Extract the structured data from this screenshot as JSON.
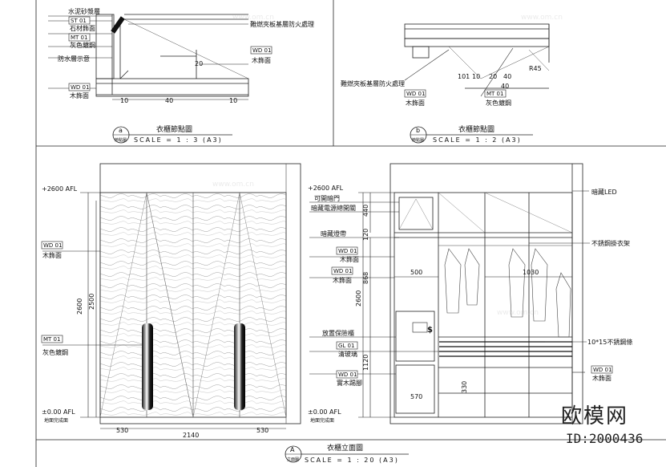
{
  "detail_a": {
    "title": "衣櫃節點圖",
    "scale": "SCALE = 1 : 3 (A3)",
    "marker_letter": "a",
    "marker_sub": "節點圖",
    "labels": {
      "stone_note": "水泥砂漿層",
      "st01_tag": "ST 01",
      "stone_finish": "石材飾面",
      "mt01_tag": "MT 01",
      "grey_steel": "灰色鍍鋼",
      "waterproof": "防水層示意",
      "fire_note": "難燃夾板基層防火處理",
      "wd01_tag_right": "WD 01",
      "wood_right": "木飾面",
      "wd01_tag_left": "WD 01",
      "wood_left": "木飾面"
    },
    "dims": {
      "d20": "20",
      "d40": "40",
      "d10a": "10",
      "d10b": "10"
    }
  },
  "detail_b": {
    "title": "衣櫃節點圖",
    "scale": "SCALE = 1 : 2 (A3)",
    "marker_letter": "b",
    "marker_sub": "節點圖",
    "labels": {
      "fire_note": "難燃夾板基層防火處理",
      "wd01_tag": "WD 01",
      "wood": "木飾面",
      "mt01_tag": "MT 01",
      "grey_steel": "灰色鍍鋼"
    },
    "dims": {
      "d10": "10",
      "d20": "20",
      "d40a": "40",
      "d40b": "40",
      "r45": "R45",
      "d101": "101"
    }
  },
  "elevation": {
    "title": "衣櫃立面圖",
    "scale": "SCALE = 1 : 20 (A3)",
    "marker_letter": "A",
    "marker_sub": "立面圖",
    "left": {
      "level_top": "+2600 AFL",
      "level_bottom": "±0.00 AFL",
      "floor_note": "地面完成面",
      "wd01_tag": "WD 01",
      "wood": "木飾面",
      "mt01_tag": "MT 01",
      "grey_steel": "灰色鍍鋼",
      "dim_2600": "2600",
      "dim_2500": "2500",
      "dim_w1": "530",
      "dim_w2": "530",
      "dim_total": "2140"
    },
    "right": {
      "level_top": "+2600 AFL",
      "level_bottom": "±0.00 AFL",
      "floor_note": "地面完成面",
      "door": "可開暗門",
      "power": "暗藏電源總開關",
      "light_strip": "暗藏燈帶",
      "wd01_tag_a": "WD 01",
      "wood_a": "木飾面",
      "wd01_tag_b": "WD 01",
      "wood_b": "木飾面",
      "safe": "放置保險櫃",
      "gl01_tag": "GL 01",
      "glass": "清玻璃",
      "wd01_tag_c": "WD 01",
      "solid_wood": "實木踢腳",
      "led": "暗藏LED",
      "rail": "不銹鋼掛衣架",
      "rods": "10*15不銹鋼條",
      "wd01_tag_r": "WD 01",
      "wood_r": "木飾面",
      "dim_440": "440",
      "dim_120": "120",
      "dim_500": "500",
      "dim_1030": "1030",
      "dim_2600": "2600",
      "dim_868": "868",
      "dim_1120": "1120",
      "dim_570": "570",
      "dim_330": "330"
    }
  },
  "brand": {
    "name": "欧模网",
    "id": "ID:2000436",
    "watermark": "www.om.cn"
  }
}
